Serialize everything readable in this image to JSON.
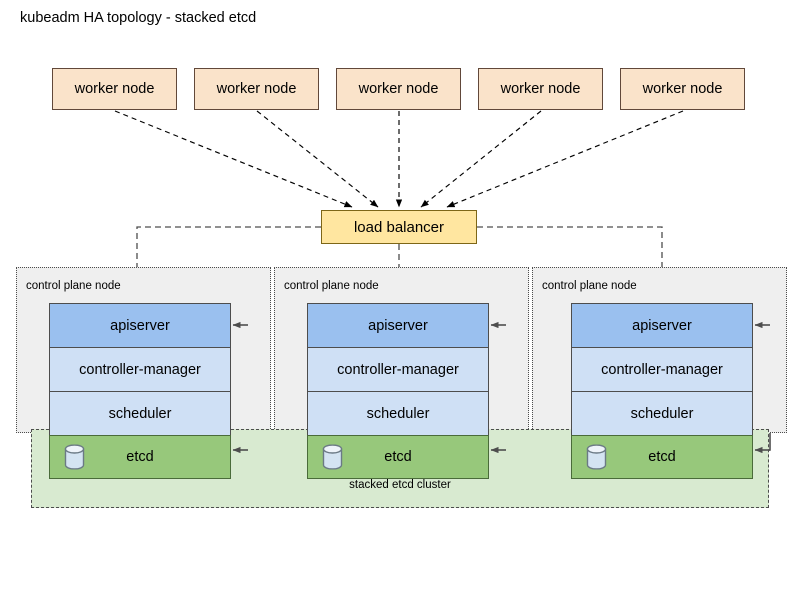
{
  "title": "kubeadm HA topology - stacked etcd",
  "worker_nodes": [
    {
      "label": "worker node"
    },
    {
      "label": "worker node"
    },
    {
      "label": "worker node"
    },
    {
      "label": "worker node"
    },
    {
      "label": "worker node"
    }
  ],
  "load_balancer": {
    "label": "load balancer"
  },
  "control_planes": [
    {
      "label": "control plane node",
      "components": [
        {
          "name": "apiserver",
          "label": "apiserver"
        },
        {
          "name": "controller-manager",
          "label": "controller-manager"
        },
        {
          "name": "scheduler",
          "label": "scheduler"
        },
        {
          "name": "etcd",
          "label": "etcd",
          "icon": "database-cylinder-icon"
        }
      ]
    },
    {
      "label": "control plane node",
      "components": [
        {
          "name": "apiserver",
          "label": "apiserver"
        },
        {
          "name": "controller-manager",
          "label": "controller-manager"
        },
        {
          "name": "scheduler",
          "label": "scheduler"
        },
        {
          "name": "etcd",
          "label": "etcd",
          "icon": "database-cylinder-icon"
        }
      ]
    },
    {
      "label": "control plane node",
      "components": [
        {
          "name": "apiserver",
          "label": "apiserver"
        },
        {
          "name": "controller-manager",
          "label": "controller-manager"
        },
        {
          "name": "scheduler",
          "label": "scheduler"
        },
        {
          "name": "etcd",
          "label": "etcd",
          "icon": "database-cylinder-icon"
        }
      ]
    }
  ],
  "etcd_cluster": {
    "label": "stacked etcd cluster"
  },
  "colors": {
    "worker_node_fill": "#fae3ca",
    "worker_node_stroke": "#61483a",
    "load_balancer_fill": "#ffe6a0",
    "load_balancer_stroke": "#7d6617",
    "apiserver_fill": "#9ac0ef",
    "controller_manager_fill": "#cfe0f5",
    "scheduler_fill": "#cfe0f5",
    "etcd_fill": "#97c87b",
    "etcd_stroke": "#4a6b3a",
    "control_plane_fill": "#efefef",
    "control_plane_stroke": "#4d4d4d",
    "etcd_cluster_fill": "#d8ead0",
    "etcd_cluster_stroke": "#4d4d4d",
    "connector_stroke": "#4d4d4d",
    "background": "#ffffff"
  }
}
